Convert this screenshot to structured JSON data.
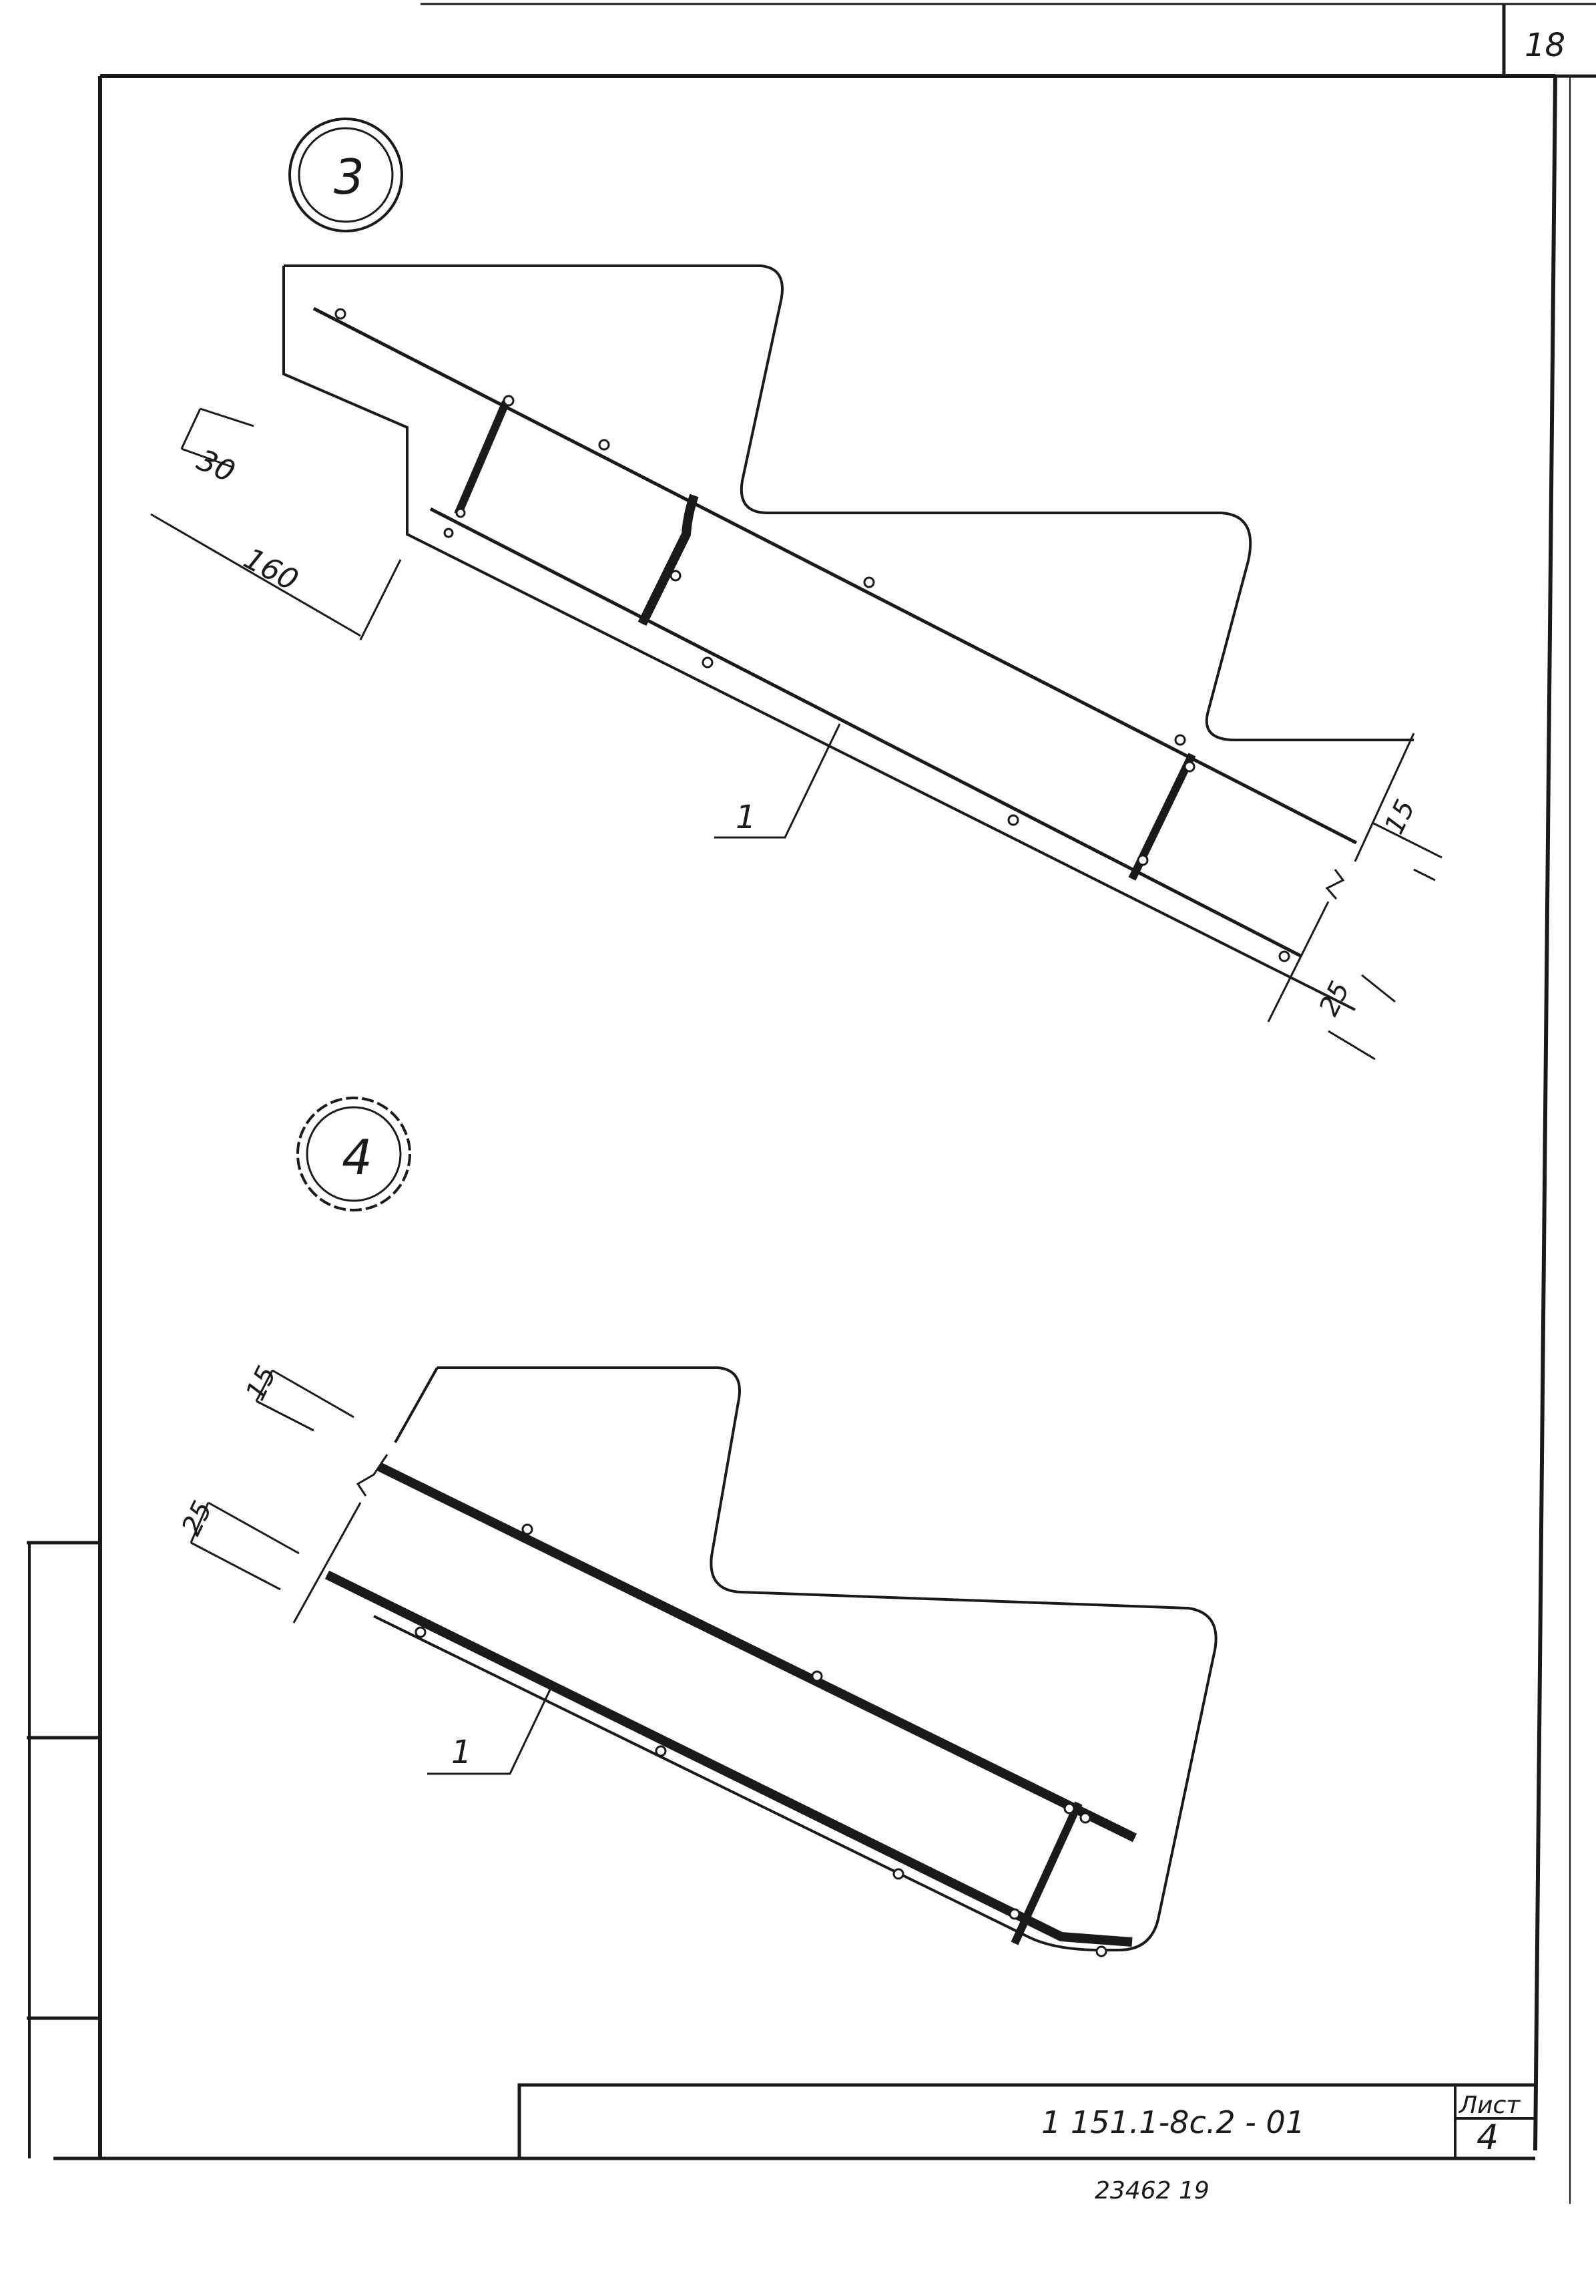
{
  "sheet": {
    "corner_number": "18",
    "code": "1 151.1-8c.2 - 01",
    "sheet_label": "Лист",
    "sheet_number": "4",
    "footer_stamp": "23462   19"
  },
  "detail_3": {
    "marker": "3",
    "dim_30": "30",
    "dim_160": "160",
    "dim_15": "15",
    "dim_25": "25",
    "callout": "1"
  },
  "detail_4": {
    "marker": "4",
    "dim_15": "15",
    "dim_25": "25",
    "callout": "1"
  }
}
